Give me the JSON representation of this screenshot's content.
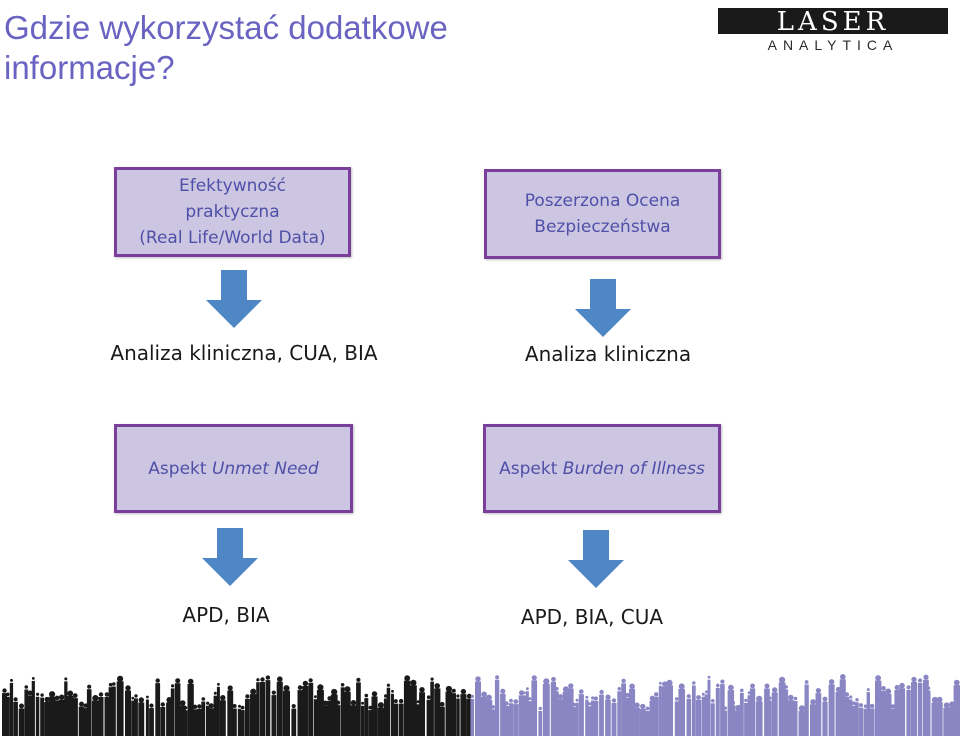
{
  "title": "Gdzie wykorzystać dodatkowe informacje?",
  "logo": {
    "word": "LASER",
    "sub": "ANALYTICA"
  },
  "boxes": {
    "b1": "Efektywność\npraktyczna\n(Real Life/World Data)",
    "b2": "Poszerzona Ocena\nBezpieczeństwa",
    "b3": {
      "prefix": "Aspekt ",
      "italic": "Unmet Need"
    },
    "b4": {
      "prefix": "Aspekt ",
      "italic": "Burden of Illness"
    }
  },
  "results": {
    "r1": "Analiza kliniczna, CUA, BIA",
    "r2": "Analiza kliniczna",
    "r3": "APD, BIA",
    "r4": "APD, BIA, CUA"
  },
  "colors": {
    "title": "#6a63c2",
    "box_fill": "#ccc6e2",
    "box_border": "#7a3f9b",
    "box_text": "#4f50a8",
    "arrow": "#4f86c6",
    "crowd_dark": "#1a1a1a",
    "crowd_light": "#8a86c4"
  },
  "icons": {
    "arrow": "arrow-down-icon",
    "footer": "crowd-silhouette-banner"
  }
}
